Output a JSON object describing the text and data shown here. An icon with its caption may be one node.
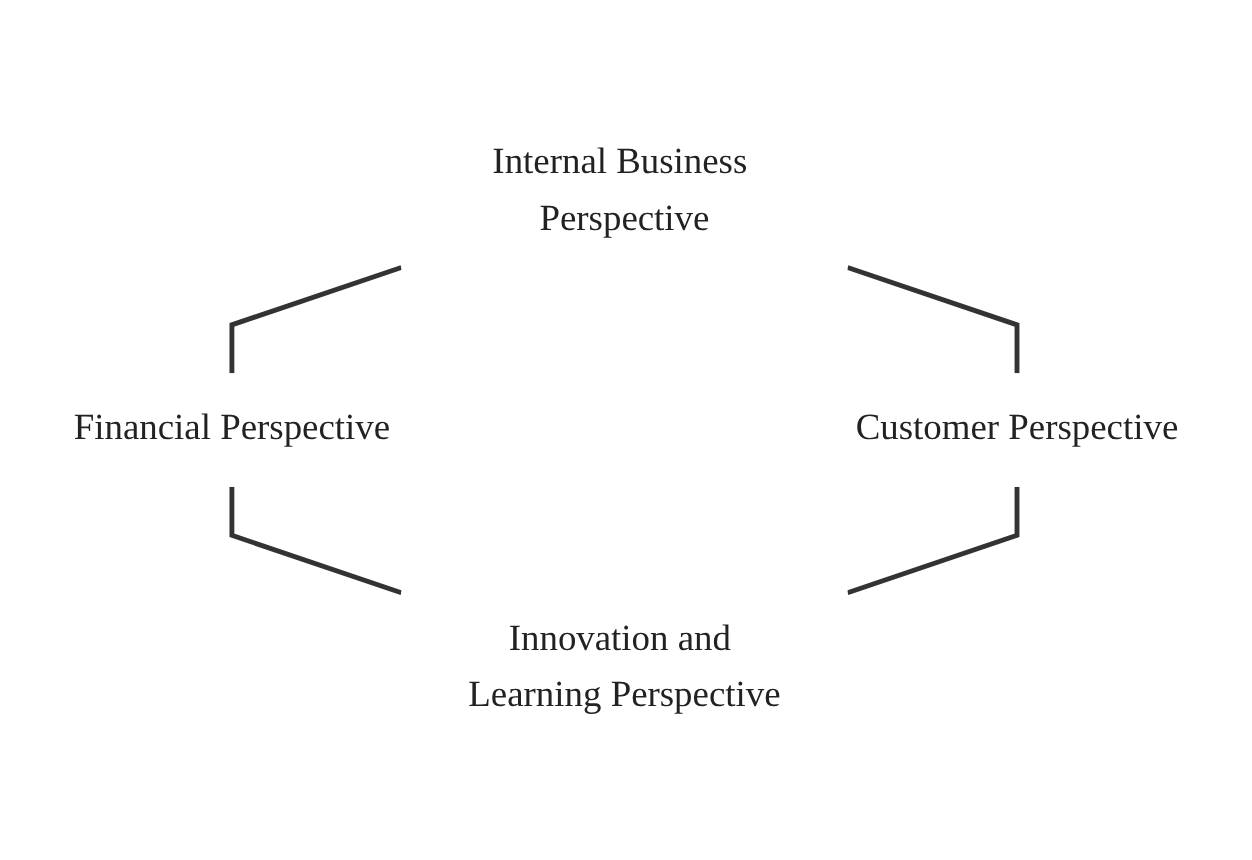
{
  "diagram": {
    "nodes": [
      {
        "text": [
          "Internal Business Perspective"
        ]
      },
      {
        "text": [
          "Financial Perspective"
        ]
      },
      {
        "text": [
          "Customer Perspective"
        ]
      },
      {
        "text": [
          "Innovation and Learning Perspective"
        ]
      }
    ],
    "edges": [
      {
        "from": 0,
        "to": 1,
        "arrow": "none"
      },
      {
        "from": 0,
        "to": 2,
        "arrow": "none"
      },
      {
        "from": 1,
        "to": 3,
        "arrow": "none"
      },
      {
        "from": 2,
        "to": 3,
        "arrow": "none"
      }
    ]
  }
}
